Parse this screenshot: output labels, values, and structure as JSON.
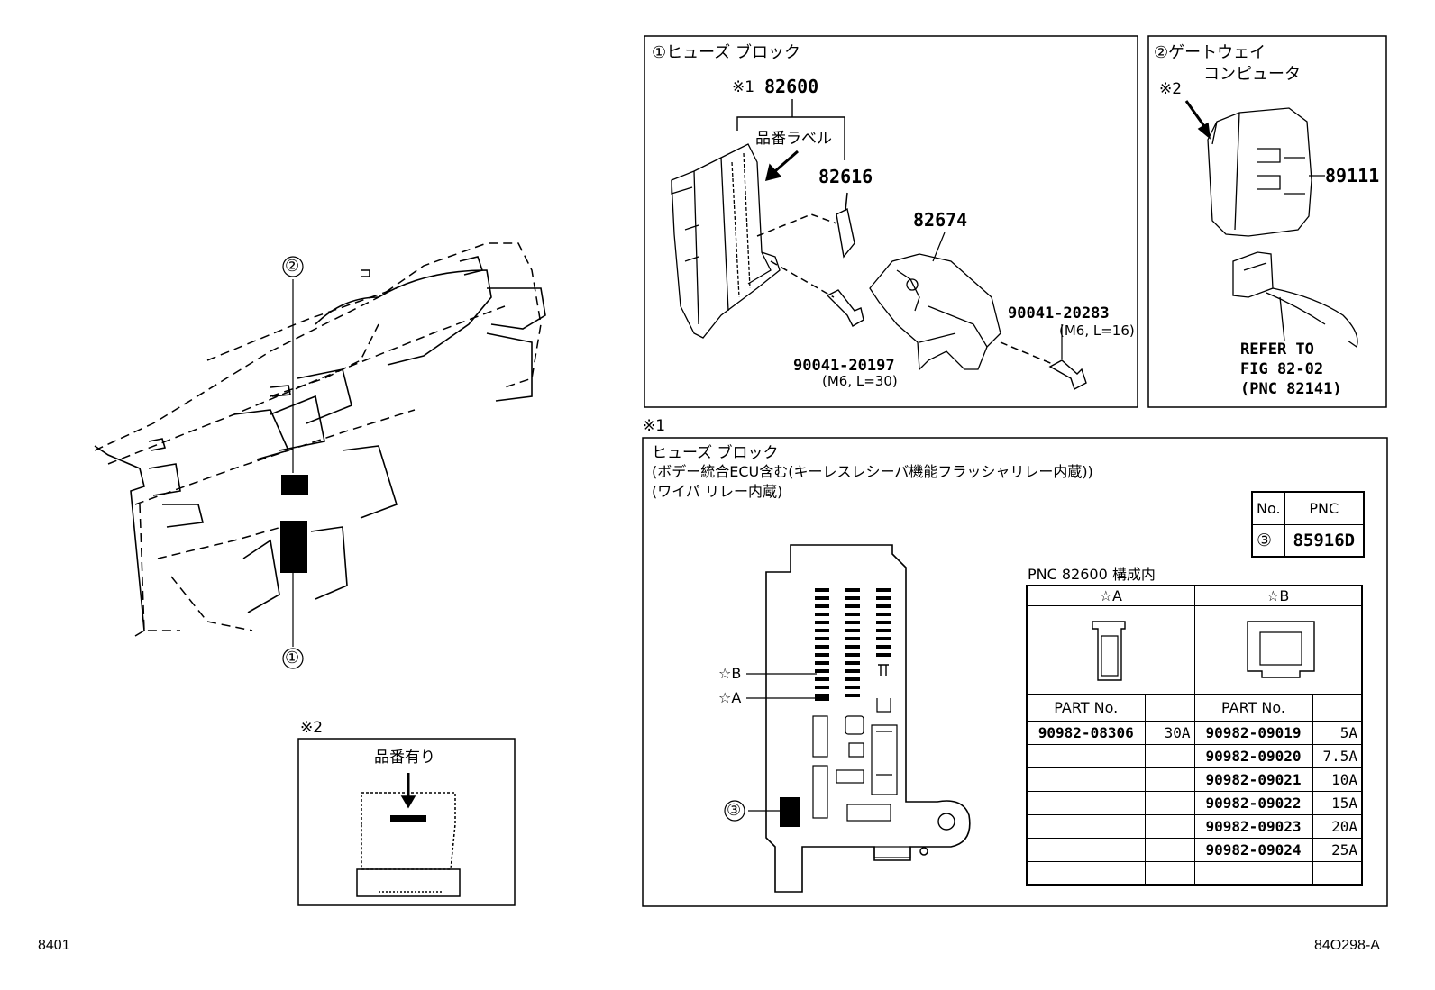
{
  "left": {
    "callout_2": "②",
    "callout_1": "①",
    "note_mark": "※2",
    "note_text": "品番有り"
  },
  "panel_fuse": {
    "title": "①ヒューズ ブロック",
    "ref_mark": "※1",
    "part_82600": "82600",
    "label_text": "品番ラベル",
    "part_82616": "82616",
    "part_82674": "82674",
    "part_90041_20283": "90041-20283",
    "spec_20283": "(M6, L=16)",
    "part_90041_20197": "90041-20197",
    "spec_20197": "(M6, L=30)"
  },
  "panel_gateway": {
    "title_line1": "②ゲートウェイ",
    "title_line2": "コンピュータ",
    "ref_mark": "※2",
    "part_89111": "89111",
    "refer_line1": "REFER TO",
    "refer_line2": "FIG 82-02",
    "refer_line3": "(PNC 82141)"
  },
  "panel_detail": {
    "ref_mark": "※1",
    "title_line1": "ヒューズ ブロック",
    "title_line2": "(ボデー統合ECU含む(キーレスレシーバ機能フラッシャリレー内蔵))",
    "title_line3": "(ワイパ リレー内蔵)",
    "star_b": "☆B",
    "star_a": "☆A",
    "callout_3": "③",
    "pnc_table": {
      "col_no": "No.",
      "col_pnc": "PNC",
      "row_no": "③",
      "row_pnc": "85916D"
    },
    "pnc_caption": "PNC 82600 構成内",
    "parts_table": {
      "header_a": "☆A",
      "header_b": "☆B",
      "part_no_label": "PART No.",
      "a_rows": [
        {
          "part": "90982-08306",
          "amp": "30A"
        }
      ],
      "b_rows": [
        {
          "part": "90982-09019",
          "amp": "5A"
        },
        {
          "part": "90982-09020",
          "amp": "7.5A"
        },
        {
          "part": "90982-09021",
          "amp": "10A"
        },
        {
          "part": "90982-09022",
          "amp": "15A"
        },
        {
          "part": "90982-09023",
          "amp": "20A"
        },
        {
          "part": "90982-09024",
          "amp": "25A"
        }
      ]
    }
  },
  "footer": {
    "left_code": "8401",
    "right_code": "84O298-A"
  }
}
